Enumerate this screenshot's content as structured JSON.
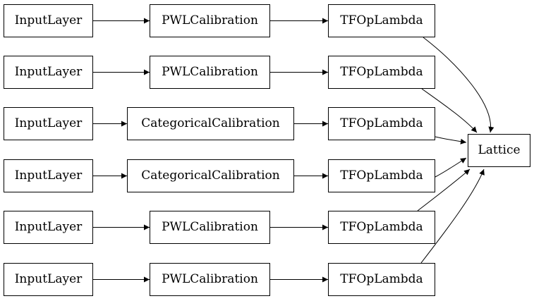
{
  "diagram": {
    "type": "model-graph",
    "colors": {
      "background": "#ffffff",
      "node_fill": "#ffffff",
      "node_border": "#000000",
      "edge": "#000000",
      "text": "#000000"
    },
    "nodes": {
      "rows": [
        {
          "input": "InputLayer",
          "calibration": "PWLCalibration",
          "op": "TFOpLambda"
        },
        {
          "input": "InputLayer",
          "calibration": "PWLCalibration",
          "op": "TFOpLambda"
        },
        {
          "input": "InputLayer",
          "calibration": "CategoricalCalibration",
          "op": "TFOpLambda"
        },
        {
          "input": "InputLayer",
          "calibration": "CategoricalCalibration",
          "op": "TFOpLambda"
        },
        {
          "input": "InputLayer",
          "calibration": "PWLCalibration",
          "op": "TFOpLambda"
        },
        {
          "input": "InputLayer",
          "calibration": "PWLCalibration",
          "op": "TFOpLambda"
        }
      ],
      "output": {
        "label": "Lattice"
      }
    },
    "edges": [
      {
        "from": "input-1",
        "to": "calibration-1"
      },
      {
        "from": "calibration-1",
        "to": "op-1"
      },
      {
        "from": "op-1",
        "to": "lattice"
      },
      {
        "from": "input-2",
        "to": "calibration-2"
      },
      {
        "from": "calibration-2",
        "to": "op-2"
      },
      {
        "from": "op-2",
        "to": "lattice"
      },
      {
        "from": "input-3",
        "to": "calibration-3"
      },
      {
        "from": "calibration-3",
        "to": "op-3"
      },
      {
        "from": "op-3",
        "to": "lattice"
      },
      {
        "from": "input-4",
        "to": "calibration-4"
      },
      {
        "from": "calibration-4",
        "to": "op-4"
      },
      {
        "from": "op-4",
        "to": "lattice"
      },
      {
        "from": "input-5",
        "to": "calibration-5"
      },
      {
        "from": "calibration-5",
        "to": "op-5"
      },
      {
        "from": "op-5",
        "to": "lattice"
      },
      {
        "from": "input-6",
        "to": "calibration-6"
      },
      {
        "from": "calibration-6",
        "to": "op-6"
      },
      {
        "from": "op-6",
        "to": "lattice"
      }
    ]
  }
}
